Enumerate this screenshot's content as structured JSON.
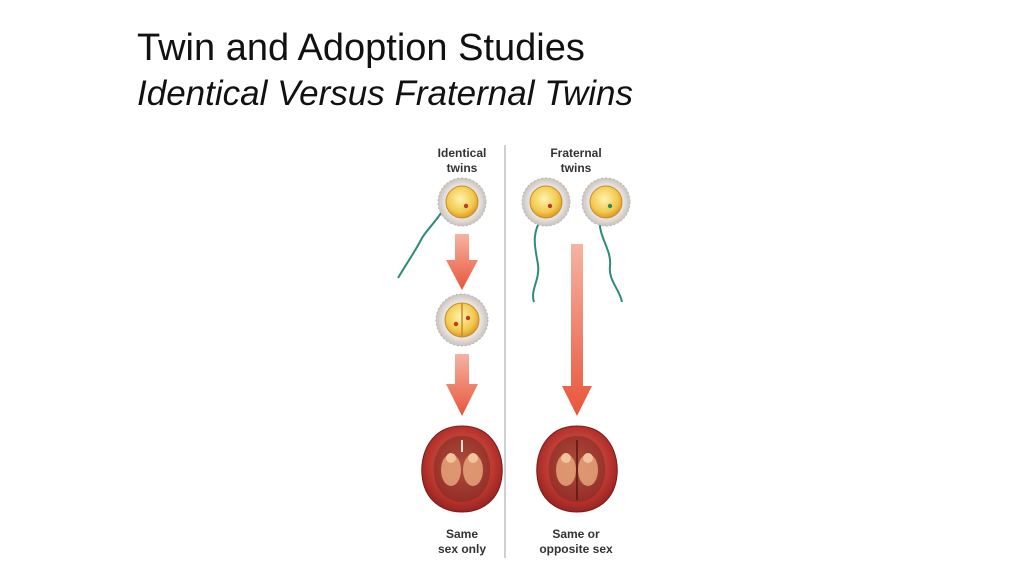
{
  "slide": {
    "title": "Twin and Adoption Studies",
    "subtitle": "Identical Versus Fraternal Twins"
  },
  "diagram": {
    "identical_label": "Identical\ntwins",
    "fraternal_label": "Fraternal\ntwins",
    "identical_outcome": "Same\nsex only",
    "fraternal_outcome": "Same or\nopposite sex",
    "colors": {
      "arrow": "#e8664a",
      "egg": "#f2c94c",
      "uterus": "#b8342e",
      "sperm": "#2e8b7a",
      "divider": "#aaaaaa"
    }
  }
}
